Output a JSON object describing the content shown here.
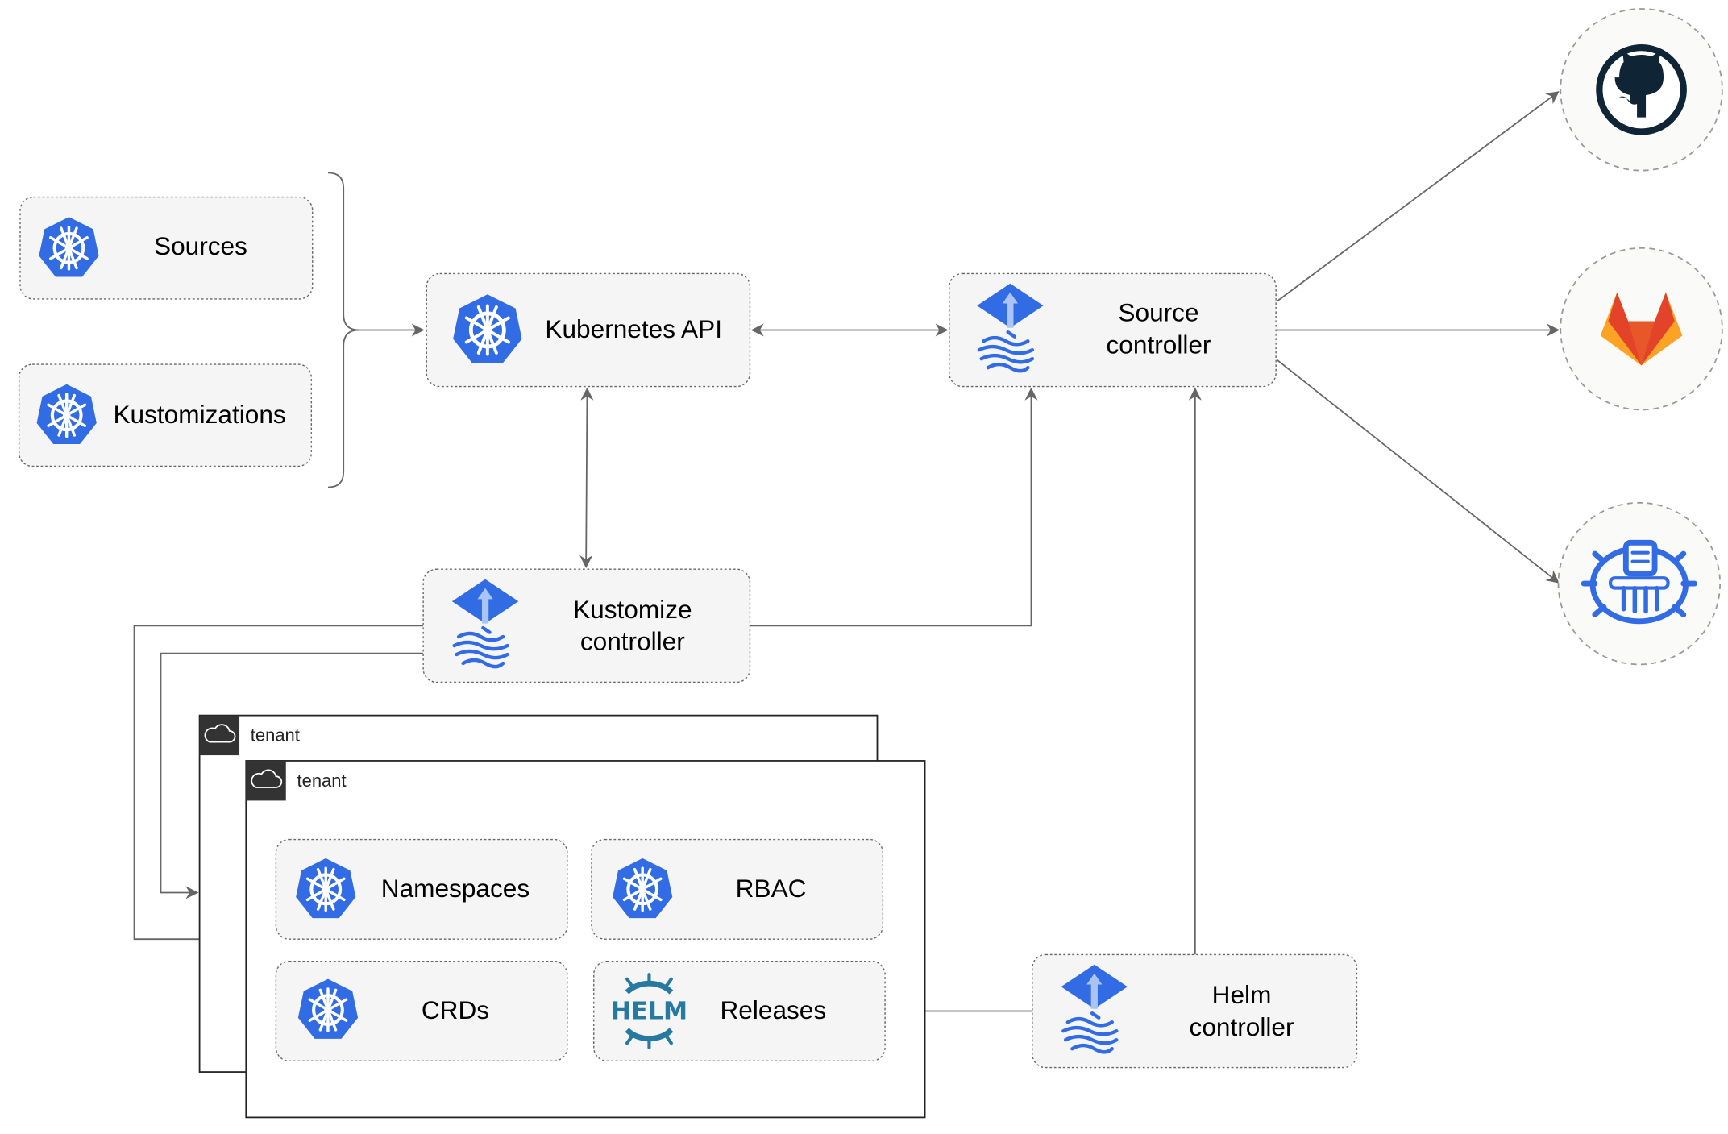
{
  "nodes": {
    "sources": "Sources",
    "kustomizations": "Kustomizations",
    "kubernetes_api": "Kubernetes API",
    "source_controller": [
      "Source",
      "controller"
    ],
    "kustomize_controller": [
      "Kustomize",
      "controller"
    ],
    "helm_controller": [
      "Helm",
      "controller"
    ],
    "namespaces": "Namespaces",
    "rbac": "RBAC",
    "crds": "CRDs",
    "releases": "Releases",
    "helm_logo_text": "HELM"
  },
  "tenants": [
    "tenant",
    "tenant"
  ],
  "external": [
    "github-icon",
    "gitlab-icon",
    "bucket-icon"
  ],
  "colors": {
    "kubernetes": "#326CE5",
    "helm": "#277A9F",
    "github": "#0F2536",
    "gitlab_red": "#E24329",
    "gitlab_orange": "#FCA326",
    "edge": "#666666",
    "tenant_header": "#333333"
  }
}
